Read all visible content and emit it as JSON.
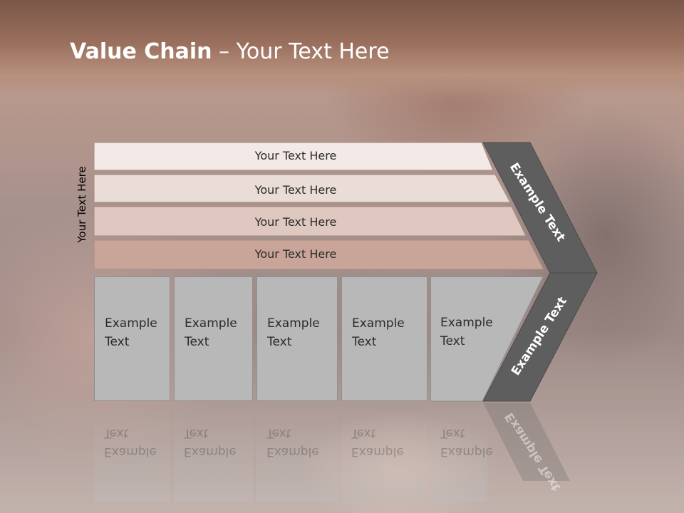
{
  "slide": {
    "title_bold": "Value Chain",
    "title_rest": " – Your Text Here",
    "side_label": "Your Text Here"
  },
  "rows": [
    {
      "label": "Your Text Here",
      "color": "#f3e9e6"
    },
    {
      "label": "Your Text Here",
      "color": "#eaddd7"
    },
    {
      "label": "Your Text Here",
      "color": "#dfc8bf"
    },
    {
      "label": "Your Text Here",
      "color": "#c9a599"
    }
  ],
  "boxes": [
    {
      "line1": "Example",
      "line2": "Text"
    },
    {
      "line1": "Example",
      "line2": "Text"
    },
    {
      "line1": "Example",
      "line2": "Text"
    },
    {
      "line1": "Example",
      "line2": "Text"
    },
    {
      "line1": "Example",
      "line2": "Text"
    }
  ],
  "chevron": {
    "upper_label": "Example Text",
    "lower_label": "Example Text",
    "color": "#5e5e5e"
  }
}
